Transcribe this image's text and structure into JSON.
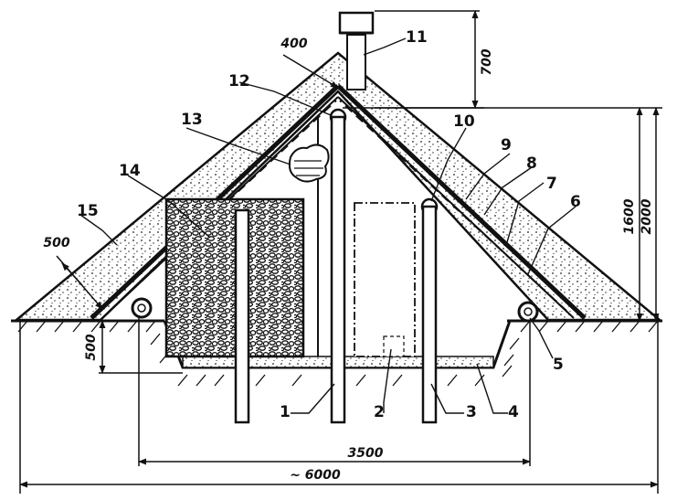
{
  "diagram": {
    "callouts": [
      "1",
      "2",
      "3",
      "4",
      "5",
      "6",
      "7",
      "8",
      "9",
      "10",
      "11",
      "12",
      "13",
      "14",
      "15"
    ],
    "dimensions": {
      "chimney_height": "700",
      "ridge_width": "400",
      "side_thickness": "500",
      "floor_depth": "500",
      "inner_height": "1600",
      "total_height": "2000",
      "inner_width": "3500",
      "total_width": "~ 6000"
    }
  }
}
